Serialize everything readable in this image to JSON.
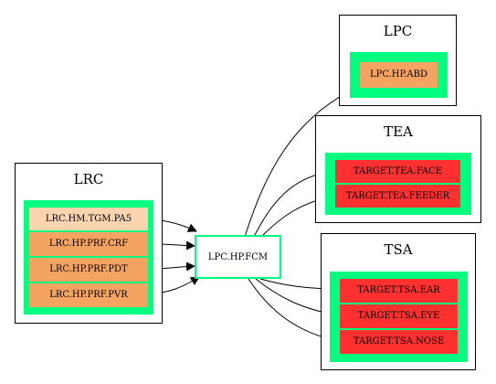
{
  "clusters": {
    "lrc": {
      "title": "LRC",
      "nodes": [
        "LRC.HM.TGM.PA5",
        "LRC.HP.PRF.CRF",
        "LRC.HP.PRF.PDT",
        "LRC.HP.PRF.PVR"
      ]
    },
    "lpc": {
      "title": "LPC",
      "nodes": [
        "LPC.HP.ABD"
      ]
    },
    "tea": {
      "title": "TEA",
      "nodes": [
        "TARGET.TEA.FACE",
        "TARGET.TEA.FEEDER"
      ]
    },
    "tsa": {
      "title": "TSA",
      "nodes": [
        "TARGET.TSA.EAR",
        "TARGET.TSA.EYE",
        "TARGET.TSA.NOSE"
      ]
    }
  },
  "center_node": "LPC.HP.FCM",
  "colors": {
    "cluster_fill": "#00ff7f",
    "source_node": "#f4a460",
    "source_node_light": "#fcd5b0",
    "target_node": "#ff3030",
    "border": "#000000"
  },
  "edges": [
    {
      "from": "LRC.HM.TGM.PA5",
      "to": "LPC.HP.FCM"
    },
    {
      "from": "LRC.HP.PRF.CRF",
      "to": "LPC.HP.FCM"
    },
    {
      "from": "LRC.HP.PRF.PDT",
      "to": "LPC.HP.FCM"
    },
    {
      "from": "LRC.HP.PRF.PVR",
      "to": "LPC.HP.FCM"
    },
    {
      "from": "LPC.HP.FCM",
      "to": "LPC.HP.ABD"
    },
    {
      "from": "LPC.HP.FCM",
      "to": "TARGET.TEA.FACE"
    },
    {
      "from": "LPC.HP.FCM",
      "to": "TARGET.TEA.FEEDER"
    },
    {
      "from": "LPC.HP.FCM",
      "to": "TARGET.TSA.EAR"
    },
    {
      "from": "LPC.HP.FCM",
      "to": "TARGET.TSA.EYE"
    },
    {
      "from": "LPC.HP.FCM",
      "to": "TARGET.TSA.NOSE"
    }
  ]
}
